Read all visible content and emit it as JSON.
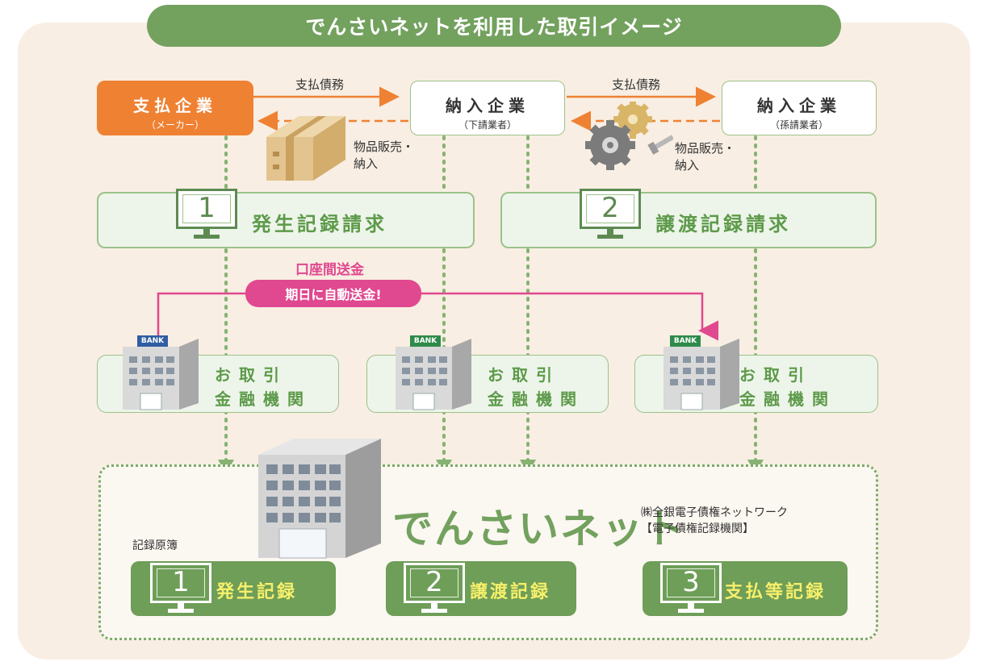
{
  "title": "でんさいネットを利用した取引イメージ",
  "companies": {
    "payer": {
      "name": "支払企業",
      "sub": "（メーカー）"
    },
    "supplier": {
      "name": "納入企業",
      "sub": "（下請業者）"
    },
    "sub_supplier": {
      "name": "納入企業",
      "sub": "（孫請業者）"
    }
  },
  "flows": {
    "debt_1": "支払債務",
    "debt_2": "支払債務",
    "goods_1": [
      "物品販売・",
      "納入"
    ],
    "goods_2": [
      "物品販売・",
      "納入"
    ]
  },
  "requests": [
    {
      "num": "1",
      "label": "発生記録請求"
    },
    {
      "num": "2",
      "label": "譲渡記録請求"
    }
  ],
  "transfer": {
    "label": "口座間送金",
    "pill": "期日に自動送金!"
  },
  "banks": [
    {
      "tag": "BANK",
      "line1": "お取引",
      "line2": "金融機関",
      "tag_color": "#2f5ea3"
    },
    {
      "tag": "BANK",
      "line1": "お取引",
      "line2": "金融機関",
      "tag_color": "#2e8a4a"
    },
    {
      "tag": "BANK",
      "line1": "お取引",
      "line2": "金融機関",
      "tag_color": "#2e8a4a"
    }
  ],
  "system": {
    "name": "でんさいネット",
    "org_line1": "㈱全銀電子債権ネットワーク",
    "org_line2": "【電子債権記録機関】",
    "ledger_label": "記録原簿"
  },
  "records": [
    {
      "num": "1",
      "label": "発生記録"
    },
    {
      "num": "2",
      "label": "譲渡記録"
    },
    {
      "num": "3",
      "label": "支払等記録"
    }
  ],
  "colors": {
    "accent_green": "#73a15e",
    "payer_orange": "#ef8133",
    "transfer_pink": "#e0488f",
    "record_text_yellow": "#f7ef6a",
    "background": "#f8eee3"
  }
}
